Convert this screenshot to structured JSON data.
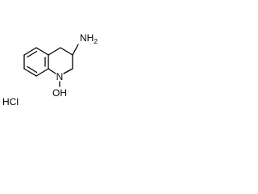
{
  "structure": {
    "atoms": {
      "amine_label": "NH",
      "amine_subscript": "2",
      "ring_nitrogen_label": "N",
      "hydroxyl_label": "OH"
    },
    "salt_label": "HCl"
  },
  "colors": {
    "bond": "#000000",
    "text": "#000000",
    "background": "#ffffff"
  }
}
